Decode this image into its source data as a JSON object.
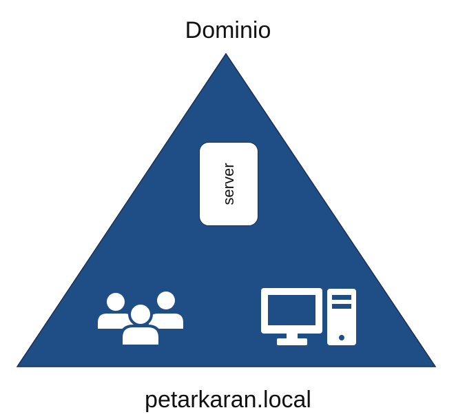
{
  "title": "Dominio",
  "server_label": "server",
  "domain_name": "petarkaran.local",
  "icons": {
    "users": "users-group-icon",
    "computer": "desktop-computer-icon"
  },
  "colors": {
    "triangle_fill": "#1f4e87",
    "triangle_stroke": "#1b2f52",
    "icon_fill": "#ffffff",
    "text": "#111111"
  }
}
